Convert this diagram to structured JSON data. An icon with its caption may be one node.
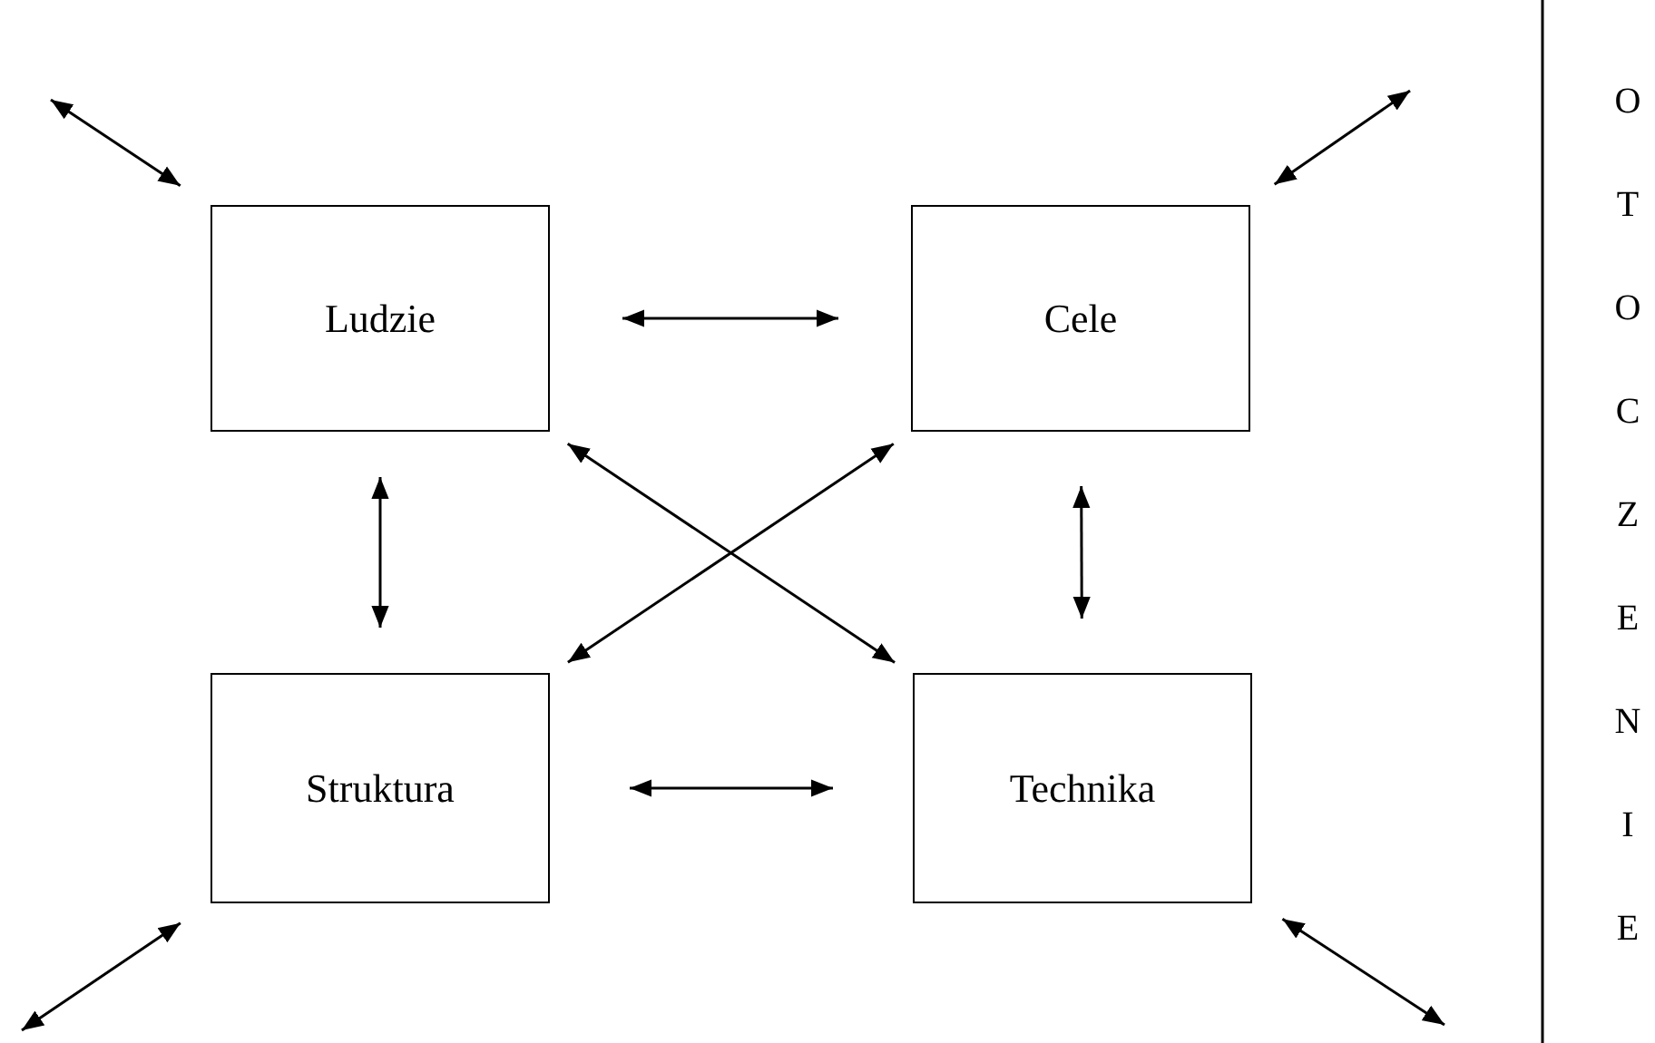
{
  "diagram": {
    "nodes": [
      {
        "text": [
          "Ludzie"
        ]
      },
      {
        "text": [
          "Cele"
        ]
      },
      {
        "text": [
          "Struktura"
        ]
      },
      {
        "text": [
          "Technika"
        ]
      }
    ],
    "edges": [
      {
        "from": 0,
        "to": 1,
        "arrow": "both"
      },
      {
        "from": 0,
        "to": 2,
        "arrow": "both"
      },
      {
        "from": 1,
        "to": 3,
        "arrow": "both"
      },
      {
        "from": 2,
        "to": 3,
        "arrow": "both"
      },
      {
        "from": 0,
        "to": 3,
        "arrow": "both"
      },
      {
        "from": 1,
        "to": 2,
        "arrow": "both"
      },
      {
        "from": null,
        "to": 0,
        "arrow": "both"
      },
      {
        "from": null,
        "to": 1,
        "arrow": "both"
      },
      {
        "from": null,
        "to": 2,
        "arrow": "both"
      },
      {
        "from": null,
        "to": 3,
        "arrow": "both"
      }
    ],
    "labels": [
      "OTOCZENIE"
    ]
  }
}
